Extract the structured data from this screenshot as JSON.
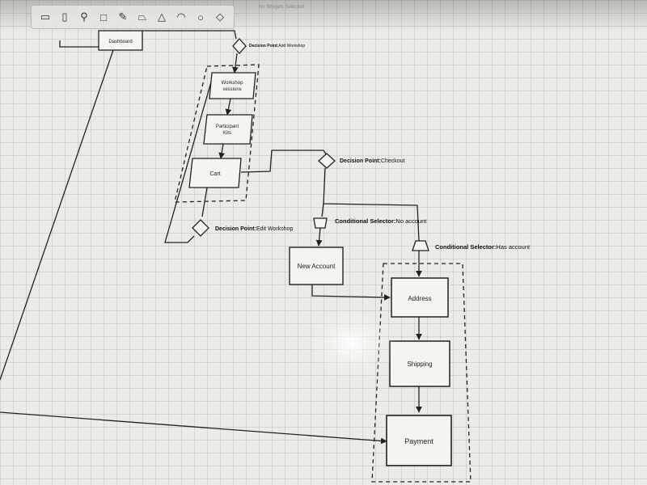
{
  "toolbar": {
    "tools": [
      {
        "name": "rectangle-tool-icon",
        "glyph": "▭"
      },
      {
        "name": "page-tool-icon",
        "glyph": "▯"
      },
      {
        "name": "person-tool-icon",
        "glyph": "⚲"
      },
      {
        "name": "square-tool-icon",
        "glyph": "□"
      },
      {
        "name": "pencil-tool-icon",
        "glyph": "✎"
      },
      {
        "name": "trapezoid-tool-icon",
        "glyph": "⏢"
      },
      {
        "name": "triangle-tool-icon",
        "glyph": "△"
      },
      {
        "name": "semicircle-tool-icon",
        "glyph": "◠"
      },
      {
        "name": "circle-tool-icon",
        "glyph": "○"
      },
      {
        "name": "diamond-tool-icon",
        "glyph": "◇"
      }
    ]
  },
  "doc_title": "No Widgets Selected",
  "nodes": {
    "dashboard": "Dashboard",
    "workshop_sessions_1": "Workshop",
    "workshop_sessions_2": "sessions",
    "participant_kits_1": "Participant",
    "participant_kits_2": "Kits",
    "cart": "Cart",
    "new_account": "New Account",
    "address": "Address",
    "shipping": "Shipping",
    "payment": "Payment"
  },
  "labels": {
    "add_workshop_bold": "Decision Point:",
    "add_workshop_rest": "Add Workshop",
    "checkout_bold": "Decision Point:",
    "checkout_rest": "Checkout",
    "edit_workshop_bold": "Decision Point:",
    "edit_workshop_rest": "Edit Workshop",
    "no_account_bold": "Conditional Selector:",
    "no_account_rest": "No account",
    "has_account_bold": "Conditional Selector:",
    "has_account_rest": "Has account"
  },
  "colors": {
    "canvas": "#ecebe6",
    "node_fill": "#f4f4f1",
    "stroke": "#222222"
  }
}
